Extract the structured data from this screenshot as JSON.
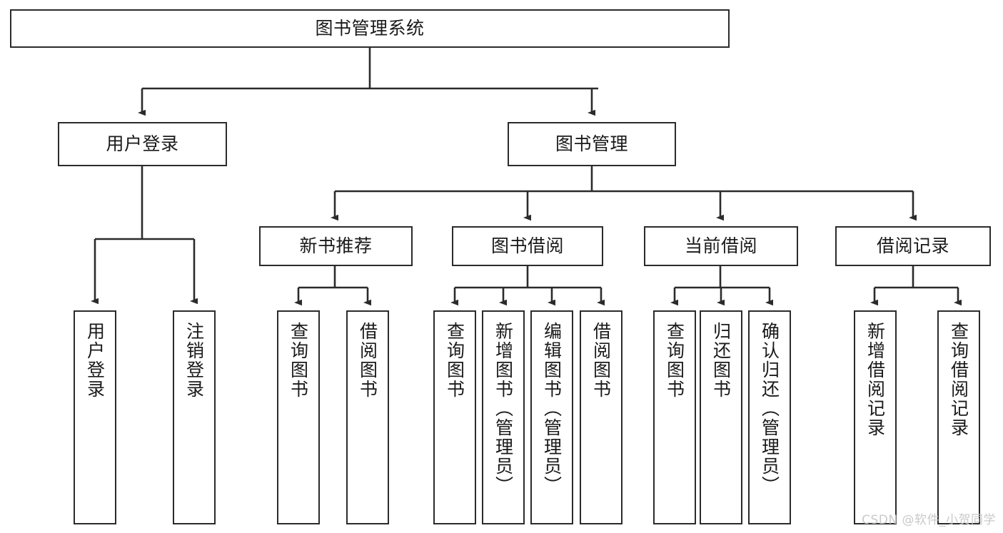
{
  "diagram": {
    "title": "图书管理系统",
    "type": "hierarchical-tree",
    "watermark": "CSDN @软件_小贺同学",
    "root": {
      "id": "root",
      "label": "图书管理系统"
    },
    "level1": [
      {
        "id": "user-login",
        "label": "用户登录"
      },
      {
        "id": "book-manage",
        "label": "图书管理"
      }
    ],
    "level2": [
      {
        "id": "new-book-rec",
        "label": "新书推荐",
        "parent": "book-manage"
      },
      {
        "id": "book-borrow",
        "label": "图书借阅",
        "parent": "book-manage"
      },
      {
        "id": "current-borrow",
        "label": "当前借阅",
        "parent": "book-manage"
      },
      {
        "id": "borrow-record",
        "label": "借阅记录",
        "parent": "book-manage"
      }
    ],
    "leaves": [
      {
        "id": "leaf-user-login",
        "label": "用户登录",
        "parent": "user-login"
      },
      {
        "id": "leaf-user-logout",
        "label": "注销登录",
        "parent": "user-login"
      },
      {
        "id": "leaf-rec-query-book",
        "label": "查询图书",
        "parent": "new-book-rec"
      },
      {
        "id": "leaf-rec-borrow-book",
        "label": "借阅图书",
        "parent": "new-book-rec"
      },
      {
        "id": "leaf-borrow-query-book",
        "label": "查询图书",
        "parent": "book-borrow"
      },
      {
        "id": "leaf-borrow-add-book",
        "label": "新增图书（管理员）",
        "parent": "book-borrow"
      },
      {
        "id": "leaf-borrow-edit-book",
        "label": "编辑图书（管理员）",
        "parent": "book-borrow"
      },
      {
        "id": "leaf-borrow-lend-book",
        "label": "借阅图书",
        "parent": "book-borrow"
      },
      {
        "id": "leaf-cur-query-book",
        "label": "查询图书",
        "parent": "current-borrow"
      },
      {
        "id": "leaf-cur-return-book",
        "label": "归还图书",
        "parent": "current-borrow"
      },
      {
        "id": "leaf-cur-confirm-return",
        "label": "确认归还（管理员）",
        "parent": "current-borrow"
      },
      {
        "id": "leaf-rec-add-record",
        "label": "新增借阅记录",
        "parent": "borrow-record"
      },
      {
        "id": "leaf-rec-query-record",
        "label": "查询借阅记录",
        "parent": "borrow-record"
      }
    ],
    "colors": {
      "stroke": "#2b2b2b",
      "fill": "#ffffff",
      "text": "#1a1a1a",
      "watermark": "#c9c9c9"
    }
  }
}
